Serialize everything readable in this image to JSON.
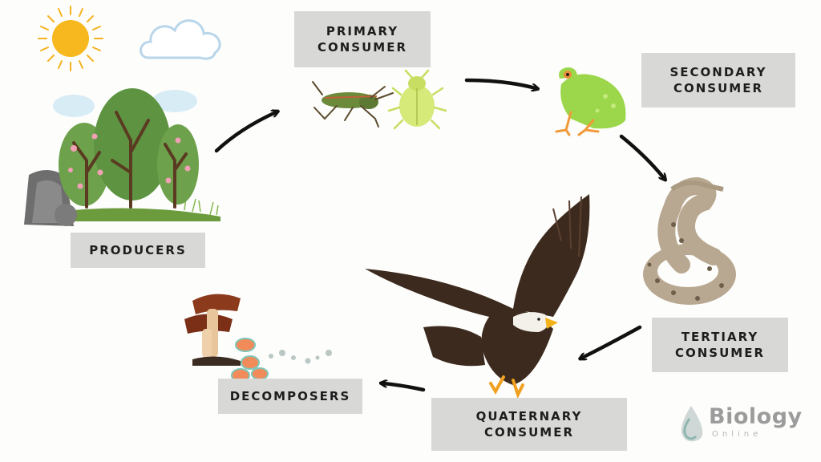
{
  "labels": {
    "producers": "PRODUCERS",
    "primary_line1": "PRIMARY",
    "primary_line2": "CONSUMER",
    "secondary_line1": "SECONDARY",
    "secondary_line2": "CONSUMER",
    "tertiary_line1": "TERTIARY",
    "tertiary_line2": "CONSUMER",
    "quaternary_line1": "QUATERNARY",
    "quaternary_line2": "CONSUMER",
    "decomposers": "DECOMPOSERS"
  },
  "logo": {
    "title": "Biology",
    "subtitle": "Online"
  },
  "colors": {
    "label_bg": "#d8d8d6",
    "arrow": "#111111",
    "sun": "#f5b21f",
    "tree_green": "#5f9a45",
    "frog_green": "#9cd64a",
    "eagle_brown": "#3d2a1e"
  },
  "icons": [
    "sun-icon",
    "cloud-icon",
    "trees-icon",
    "grasshopper-icon",
    "beetle-icon",
    "frog-icon",
    "snake-icon",
    "eagle-icon",
    "mushrooms-icon"
  ]
}
